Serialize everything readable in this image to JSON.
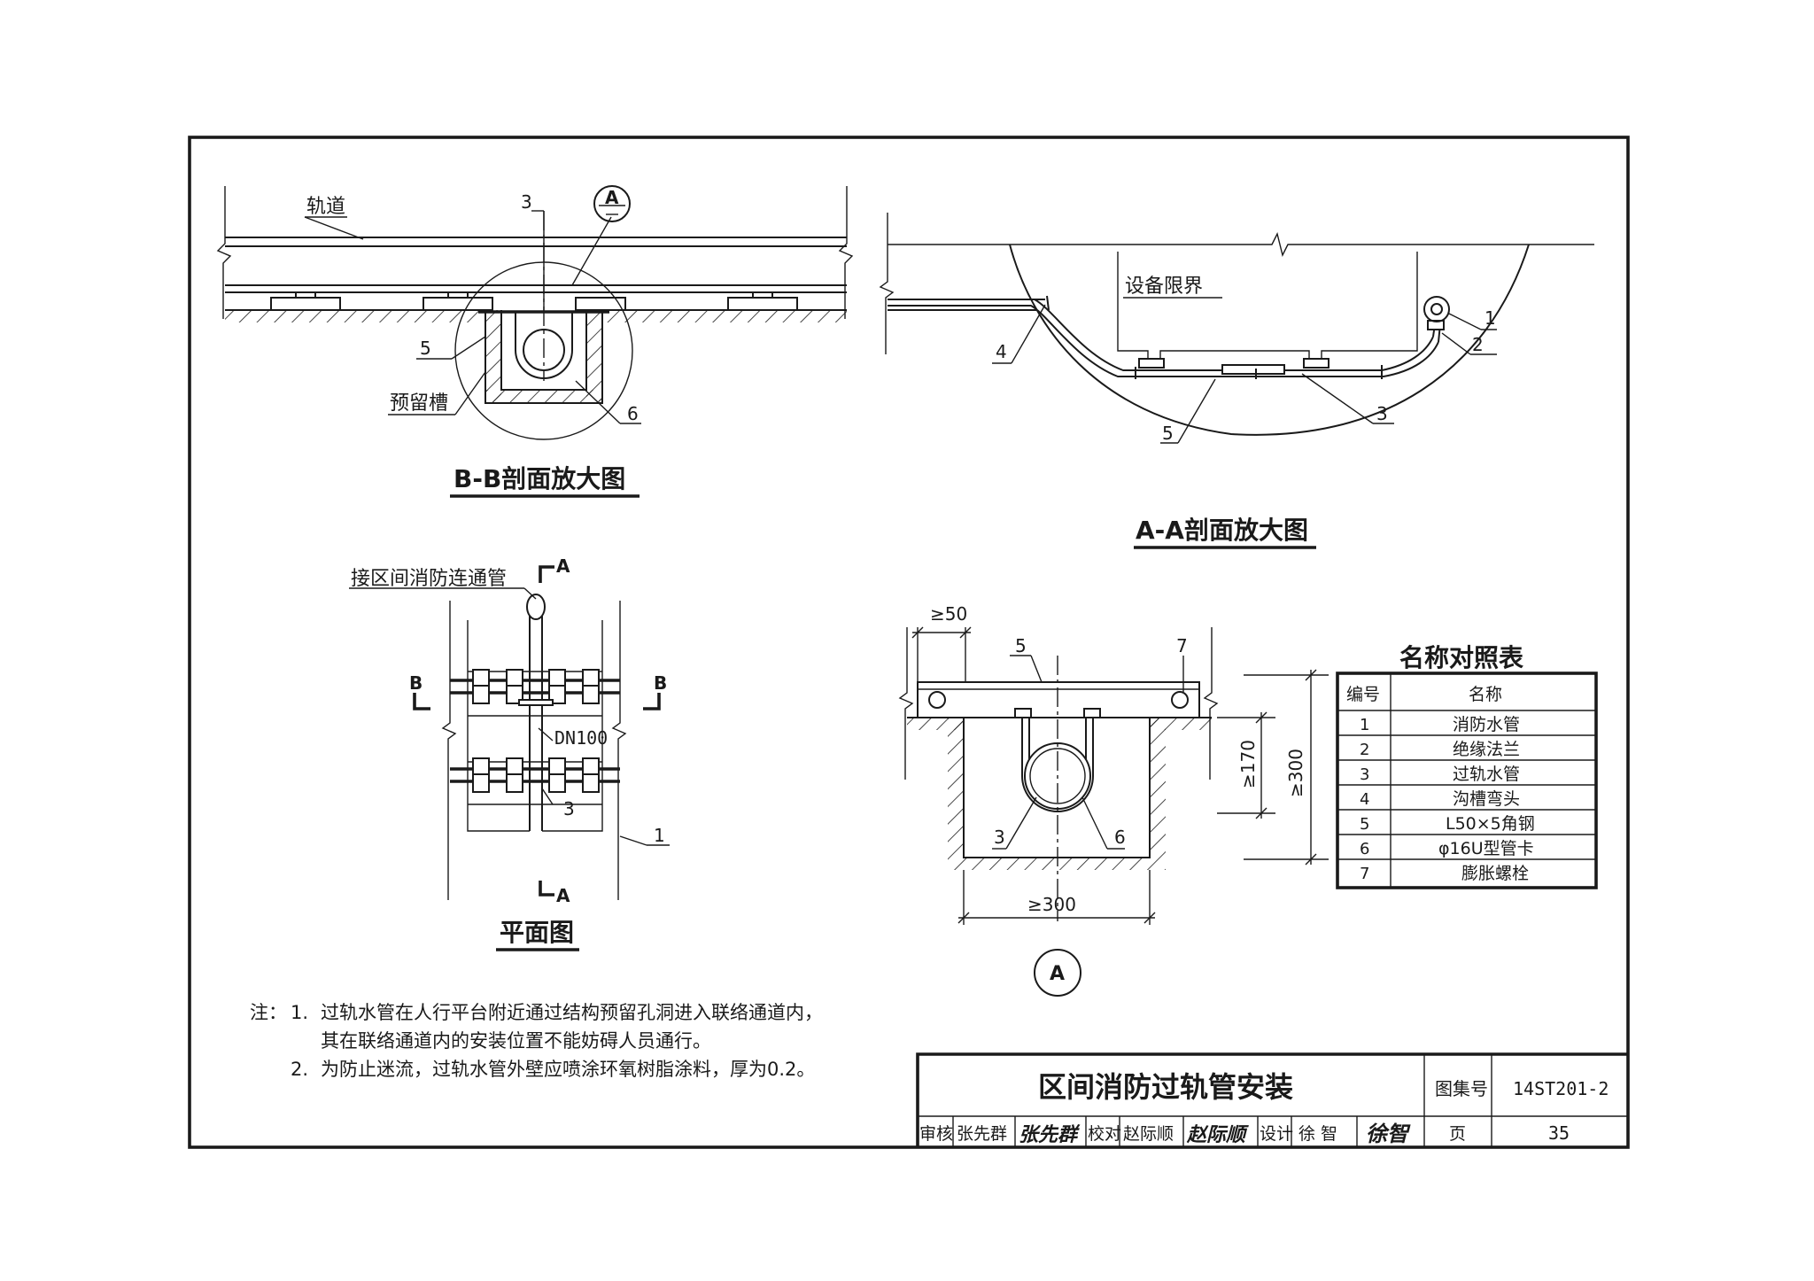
{
  "sections": {
    "bb": {
      "title": "B-B剖面放大图",
      "label_track": "轨道",
      "label_slot": "预留槽",
      "callouts": [
        "3",
        "5",
        "6"
      ],
      "detail_symbol": "A"
    },
    "aa": {
      "title": "A-A剖面放大图",
      "label_clearance": "设备限界",
      "callouts": [
        "1",
        "2",
        "3",
        "4",
        "5"
      ]
    },
    "plan": {
      "title": "平面图",
      "label_connect": "接区间消防连通管",
      "label_dn": "DN100",
      "cut_a": "A",
      "cut_b": "B",
      "callouts": [
        "1",
        "3"
      ]
    },
    "detailA": {
      "symbol": "A",
      "dim_50": "≥50",
      "dim_170": "≥170",
      "dim_300v": "≥300",
      "dim_300h": "≥300",
      "callouts": [
        "3",
        "5",
        "6",
        "7"
      ]
    }
  },
  "legend": {
    "title": "名称对照表",
    "headers": [
      "编号",
      "名称"
    ],
    "rows": [
      [
        "1",
        "消防水管"
      ],
      [
        "2",
        "绝缘法兰"
      ],
      [
        "3",
        "过轨水管"
      ],
      [
        "4",
        "沟槽弯头"
      ],
      [
        "5",
        "L50×5角钢"
      ],
      [
        "6",
        "φ16U型管卡"
      ],
      [
        "7",
        "膨胀螺栓"
      ]
    ]
  },
  "notes": {
    "prefix": "注：",
    "n1_num": "1.",
    "n1_line1": "过轨水管在人行平台附近通过结构预留孔洞进入联络通道内，",
    "n1_line2": "其在联络通道内的安装位置不能妨碍人员通行。",
    "n2_num": "2.",
    "n2_line1": "为防止迷流，过轨水管外壁应喷涂环氧树脂涂料，厚为0.2。"
  },
  "titleblock": {
    "title": "区间消防过轨管安装",
    "atlas_label": "图集号",
    "atlas_no": "14ST201-2",
    "review_label": "审核",
    "reviewer": "张先群",
    "reviewer_sig": "张先群",
    "check_label": "校对",
    "checker": "赵际顺",
    "checker_sig": "赵际顺",
    "design_label": "设计",
    "designer": "徐 智",
    "designer_sig": "徐智",
    "page_label": "页",
    "page_no": "35"
  }
}
